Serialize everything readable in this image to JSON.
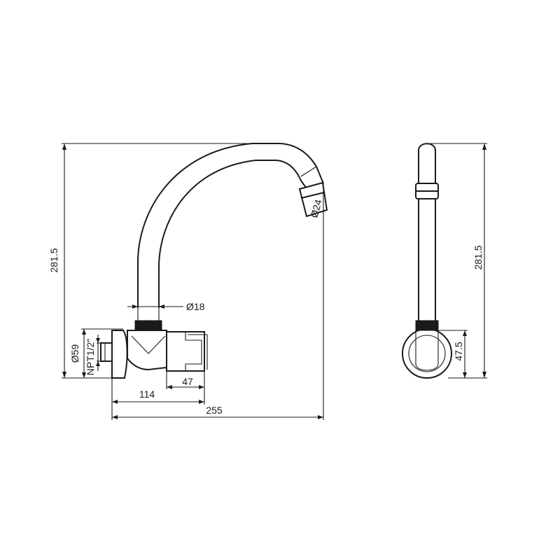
{
  "dimensions": {
    "height_left": "281.5",
    "height_right": "281.5",
    "spout_diameter": "Ø24",
    "pipe_diameter": "Ø18",
    "flange_diameter": "Ø59",
    "thread": "NPT1/2\"",
    "body_length": "47",
    "offset": "114",
    "reach": "255",
    "flange_height": "47.5"
  },
  "colors": {
    "line": "#1a1a1a",
    "background": "#ffffff"
  }
}
